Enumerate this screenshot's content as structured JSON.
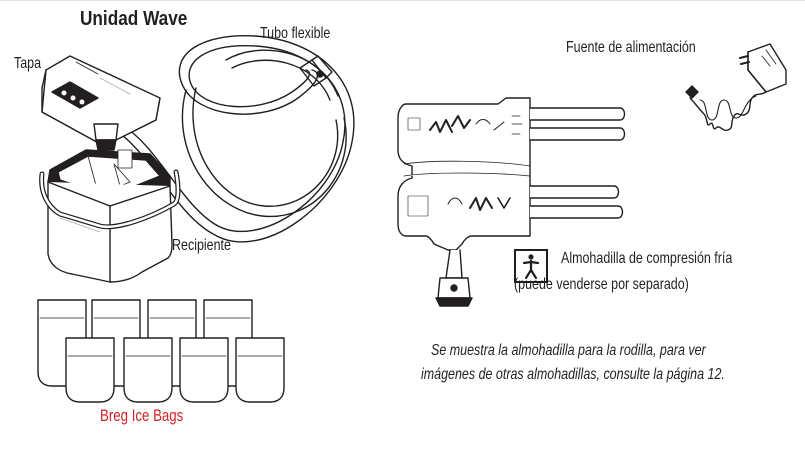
{
  "labels": {
    "title": "Unidad Wave",
    "lid": "Tapa",
    "hose": "Tubo flexible",
    "container": "Recipiente",
    "power": "Fuente de alimentación",
    "pad": "Almohadilla de compresión fría",
    "pad_note": "(puede venderse por separado)",
    "note_line1": "Se muestra la almohadilla para la rodilla, para ver",
    "note_line2": "imágenes de otras almohadillas, consulte la página 12.",
    "bags": "Breg Ice Bags"
  },
  "icons": {
    "applied_part": "type-bf-applied-part-icon"
  },
  "colors": {
    "bags_label": "#d2232a",
    "ink": "#231f20"
  }
}
